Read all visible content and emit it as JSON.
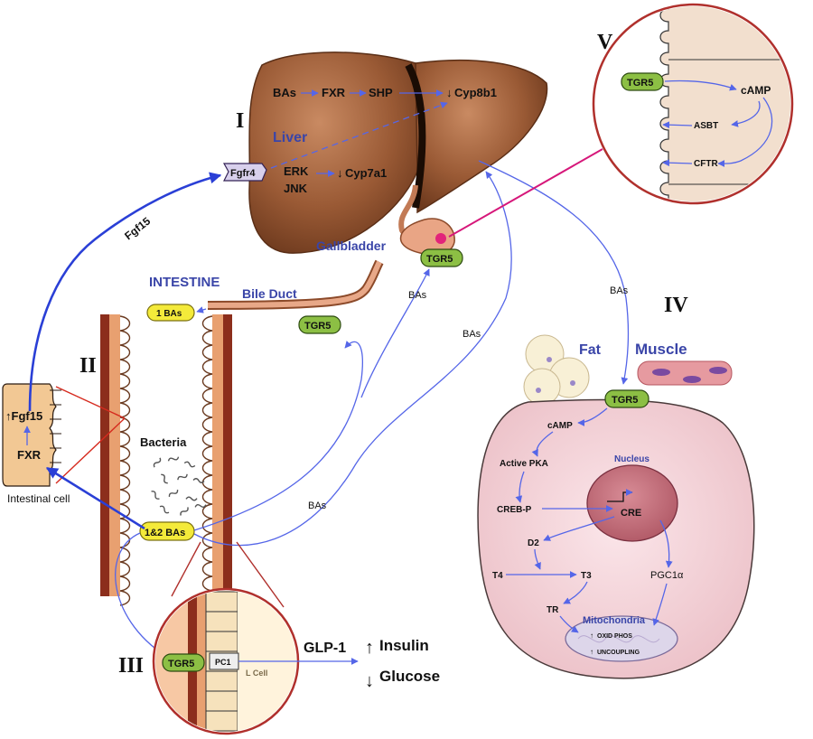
{
  "roman_numerals": {
    "i": "I",
    "ii": "II",
    "iii": "III",
    "iv": "IV",
    "v": "V"
  },
  "liver": {
    "title": "Liver",
    "chain_bas": "BAs",
    "chain_fxr": "FXR",
    "chain_shp": "SHP",
    "cyp8b1": "Cyp8b1",
    "fgfr4": "Fgfr4",
    "erk": "ERK",
    "jnk": "JNK",
    "cyp7a1": "Cyp7a1",
    "down_arrow": "↓"
  },
  "gallbladder": {
    "label": "Gallbladder",
    "tgr5": "TGR5"
  },
  "intestine": {
    "title": "INTESTINE",
    "bile_duct": "Bile Duct",
    "primary_bas": "1 BAs",
    "tgr5": "TGR5",
    "bacteria": "Bacteria",
    "primary_secondary_bas": "1&2 BAs",
    "bas_label": "BAs"
  },
  "intestinal_cell": {
    "fgf15": "↑Fgf15",
    "fxr": "FXR",
    "caption": "Intestinal cell"
  },
  "fgf15_route": {
    "label": "Fgf15"
  },
  "flow_labels": {
    "bas_a": "BAs",
    "bas_b": "BAs",
    "bas_c": "BAs"
  },
  "panel_v": {
    "tgr5": "TGR5",
    "camp": "cAMP",
    "asbt": "ASBT",
    "cftr": "CFTR"
  },
  "panel_iii": {
    "tgr5": "TGR5",
    "pc1": "PC1",
    "l_cell": "L Cell",
    "glp1": "GLP-1",
    "insulin": "Insulin",
    "glucose": "Glucose",
    "up": "↑",
    "down": "↓"
  },
  "panel_iv": {
    "fat": "Fat",
    "muscle": "Muscle",
    "tgr5": "TGR5",
    "camp": "cAMP",
    "active_pka": "Active PKA",
    "creb_p": "CREB-P",
    "nucleus": "Nucleus",
    "cre": "CRE",
    "d2": "D2",
    "t4": "T4",
    "t3": "T3",
    "pgc1a": "PGC1α",
    "tr": "TR",
    "mitochondria": "Mitochondria",
    "oxid_phos": "OXID PHOS",
    "uncoupling": "UNCOUPLING",
    "up": "↑"
  },
  "colors": {
    "liver": "#9a5a35",
    "label_blue": "#3a45a8",
    "arrow_blue": "#5566e8",
    "tgr5_green": "#8cbf44",
    "bas_yellow": "#f4ea3a",
    "circle_red": "#b0302c",
    "cell_pink": "#f3d3d8"
  }
}
